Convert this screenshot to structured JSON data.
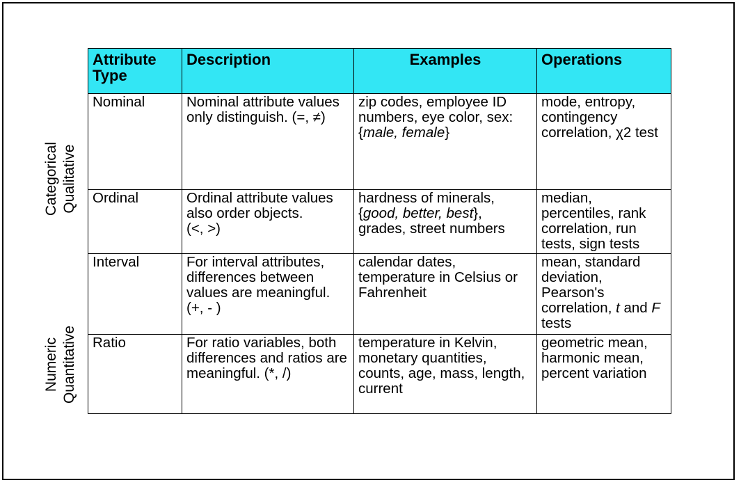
{
  "groups": {
    "categorical": {
      "line1": "Categorical",
      "line2": "Qualitative"
    },
    "numeric": {
      "line1": "Numeric",
      "line2": "Quantitative"
    }
  },
  "table": {
    "headers": {
      "attribute_type": "Attribute Type",
      "description": "Description",
      "examples": "Examples",
      "operations": "Operations"
    },
    "rows": [
      {
        "type": "Nominal",
        "description": "Nominal attribute values only distinguish. (=, ≠)",
        "examples_pre": "zip codes, employee ID numbers, eye color, sex: {",
        "examples_italic": "male, female",
        "examples_post": "}",
        "operations_pre": "mode, entropy, contingency correlation, χ2 test"
      },
      {
        "type": "Ordinal",
        "description": "Ordinal attribute values also order objects.\n(<, >)",
        "examples_pre": "hardness of minerals, {",
        "examples_italic": "good, better, best",
        "examples_post": "}, grades, street numbers",
        "operations_pre": "median, percentiles, rank correlation, run tests, sign tests"
      },
      {
        "type": "Interval",
        "description": "For interval attributes, differences between values are meaningful. (+, - )",
        "examples_pre": "calendar dates, temperature in Celsius or Fahrenheit",
        "operations_pre": "mean, standard deviation, Pearson's correlation, ",
        "operations_italic_t": "t",
        "operations_mid": " and ",
        "operations_italic_f": "F",
        "operations_post": " tests"
      },
      {
        "type": "Ratio",
        "description": "For ratio variables, both differences and ratios are meaningful. (*, /)",
        "examples_pre": "temperature in Kelvin, monetary quantities, counts, age, mass, length, current",
        "operations_pre": "geometric mean, harmonic mean, percent variation"
      }
    ]
  },
  "colors": {
    "header_bg": "#33e6f4",
    "border": "#000000"
  }
}
